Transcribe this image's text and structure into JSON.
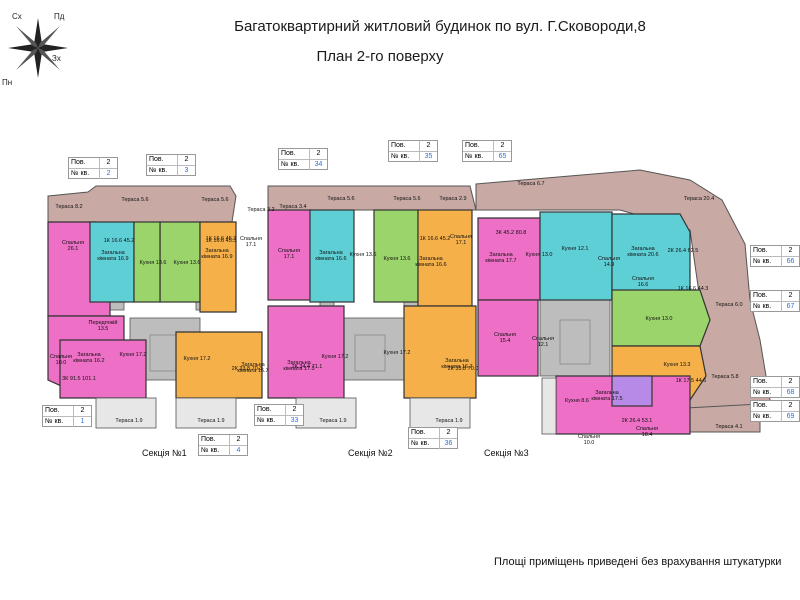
{
  "header": {
    "title": "Багатоквартирний житловий будинок по вул. Г.Сковороди,8",
    "subtitle": "План 2-го поверху"
  },
  "compass": {
    "nw": "Сх",
    "ne": "Пд",
    "se": "Зх",
    "sw": "Пн"
  },
  "footer_note": "Площі приміщень приведені без врахування штукатурки",
  "sections": [
    "Секція №1",
    "Секція №2",
    "Секція №3"
  ],
  "tag_labels": {
    "floor": "Пов.",
    "apt": "№ кв."
  },
  "apartments": [
    {
      "floor": "2",
      "apt": "2"
    },
    {
      "floor": "2",
      "apt": "3"
    },
    {
      "floor": "2",
      "apt": "34"
    },
    {
      "floor": "2",
      "apt": "35"
    },
    {
      "floor": "2",
      "apt": "65"
    },
    {
      "floor": "2",
      "apt": "66"
    },
    {
      "floor": "2",
      "apt": "67"
    },
    {
      "floor": "2",
      "apt": "68"
    },
    {
      "floor": "2",
      "apt": "69"
    },
    {
      "floor": "2",
      "apt": "1"
    },
    {
      "floor": "2",
      "apt": "4"
    },
    {
      "floor": "2",
      "apt": "33"
    },
    {
      "floor": "2",
      "apt": "36"
    }
  ],
  "room_labels": [
    {
      "text": "Тераса 8.2"
    },
    {
      "text": "Тераса 5.6"
    },
    {
      "text": "Тераса 5.6"
    },
    {
      "text": "Тераса 3.2"
    },
    {
      "text": "Тераса 3.4"
    },
    {
      "text": "Тераса 5.6"
    },
    {
      "text": "Тераса 5.6"
    },
    {
      "text": "Тераса 2.9"
    },
    {
      "text": "Тераса 6.7"
    },
    {
      "text": "Тераса 20.4"
    },
    {
      "text": "Тераса 6.0"
    },
    {
      "text": "Тераса 5.8"
    },
    {
      "text": "Тераса 4.1"
    },
    {
      "text": "Тераса 1.9"
    },
    {
      "text": "Тераса 1.9"
    },
    {
      "text": "Тераса 1.9"
    },
    {
      "text": "Тераса 1.9"
    },
    {
      "text": "Спальня 26.1"
    },
    {
      "text": "Загальна кімната 16.9"
    },
    {
      "text": "Кухня 13.6"
    },
    {
      "text": "Кухня 13.6"
    },
    {
      "text": "Загальна кімната 16.9"
    },
    {
      "text": "Спальня 17.1"
    },
    {
      "text": "Спальня 17.1"
    },
    {
      "text": "Загальна кімната 16.6"
    },
    {
      "text": "Кухня 13.6"
    },
    {
      "text": "Кухня 13.6"
    },
    {
      "text": "Загальна кімната 16.6"
    },
    {
      "text": "Спальня 17.1"
    },
    {
      "text": "Загальна кімната 17.7"
    },
    {
      "text": "Кухня 13.0"
    },
    {
      "text": "Кухня 12.1"
    },
    {
      "text": "Спальня 14.9"
    },
    {
      "text": "Загальна кімната 20.6"
    },
    {
      "text": "Спальня 16.6"
    },
    {
      "text": "Кухня 13.0"
    },
    {
      "text": "Передпокій 13.5"
    },
    {
      "text": "Спальня 10.0"
    },
    {
      "text": "Загальна кімната 16.2"
    },
    {
      "text": "Кухня 17.2"
    },
    {
      "text": "Кухня 17.2"
    },
    {
      "text": "Загальна кімната 16.7"
    },
    {
      "text": "Загальна кімната 17.3"
    },
    {
      "text": "Кухня 17.2"
    },
    {
      "text": "Кухня 17.2"
    },
    {
      "text": "Загальна кімната 16.7"
    },
    {
      "text": "Спальня 15.4"
    },
    {
      "text": "Спальня 12.1"
    },
    {
      "text": "Кухня 13.3"
    },
    {
      "text": "Загальна кімната 17.5"
    },
    {
      "text": "Кухня 8.6"
    },
    {
      "text": "Спальня 10.0"
    },
    {
      "text": "Спальня 18.4"
    },
    {
      "text": "3К 91.5 101.1"
    },
    {
      "text": "1К 16.6 45.2"
    },
    {
      "text": "1К 16.6 45.3"
    },
    {
      "text": "2К 33.8 70.3"
    },
    {
      "text": "1К 16.6 45.3"
    },
    {
      "text": "2К 34.4 71.1"
    },
    {
      "text": "1К 16.6 45.2"
    },
    {
      "text": "2К 33.8 70.0"
    },
    {
      "text": "3К 45.2 80.8"
    },
    {
      "text": "2К 26.4 62.5"
    },
    {
      "text": "1К 16.6 44.3"
    },
    {
      "text": "1К 17.5 44.6"
    },
    {
      "text": "2К 26.4 53.1"
    }
  ],
  "colors": {
    "pink": "#ee6fc6",
    "cyan": "#5fcfd6",
    "green": "#9bd46a",
    "orange": "#f5b04a",
    "violet": "#b88ae8",
    "terrace": "#c8a9a4",
    "corridor": "#bdbdbd",
    "balcony": "#e7e7e7",
    "wall": "#333333"
  }
}
